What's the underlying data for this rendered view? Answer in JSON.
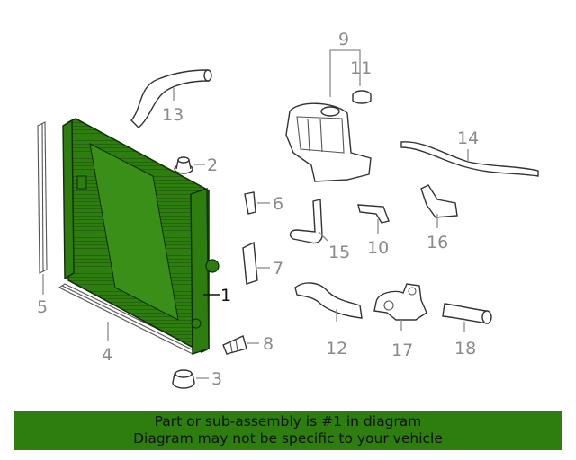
{
  "colors": {
    "highlight": "#2e7d0f",
    "callout_text": "#8a8a8a",
    "callout_selected": "#111111"
  },
  "callouts": {
    "c1": "1",
    "c2": "2",
    "c3": "3",
    "c4": "4",
    "c5": "5",
    "c6": "6",
    "c7": "7",
    "c8": "8",
    "c9": "9",
    "c10": "10",
    "c11": "11",
    "c12": "12",
    "c13": "13",
    "c14": "14",
    "c15": "15",
    "c16": "16",
    "c17": "17",
    "c18": "18"
  },
  "selected_part": "1",
  "banner": {
    "line1": "Part or sub-assembly is #1 in diagram",
    "line2": "Diagram may not be specific to your vehicle"
  }
}
